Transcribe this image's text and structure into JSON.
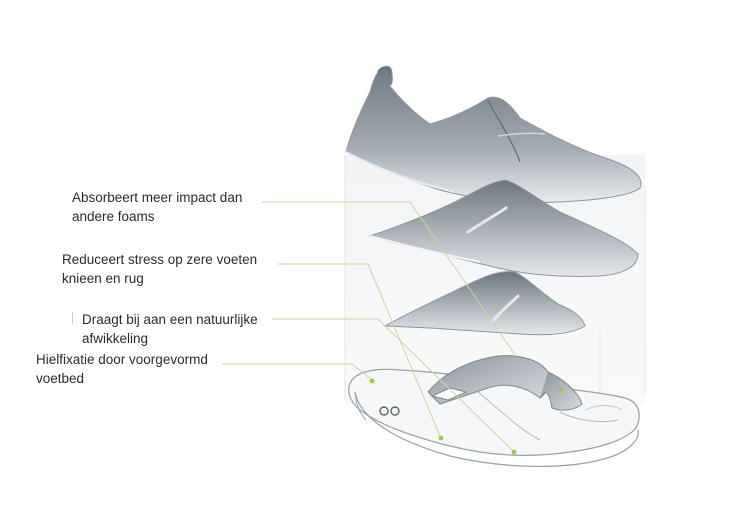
{
  "callouts": [
    {
      "line1": "Absorbeert meer impact dan",
      "line2": "andere foams"
    },
    {
      "line1": "Reduceert stress op zere voeten",
      "line2": "knieen en rug"
    },
    {
      "line1": "Draagt bij aan een natuurlijke",
      "line2": "afwikkeling"
    },
    {
      "line1": "Hielfixatie door voorgevormd",
      "line2": "voetbed"
    }
  ],
  "colors": {
    "layer_fill": "#7d8791",
    "outline": "#9aa3ab",
    "leader_line": "#c9d6a0",
    "dot": "#9ccb3b",
    "text": "#2b2b2b"
  }
}
